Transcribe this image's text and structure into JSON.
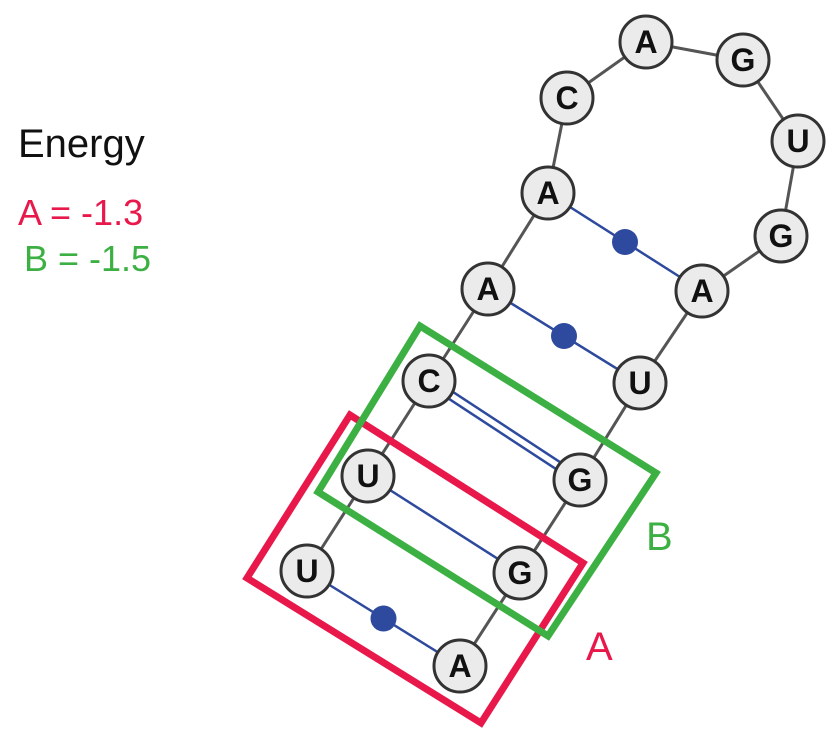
{
  "legend": {
    "title": "Energy",
    "entries": [
      {
        "id": "A",
        "text": "A = -1.3",
        "color": "#e8184a"
      },
      {
        "id": "B",
        "text": "B = -1.5",
        "color": "#3cb043"
      }
    ]
  },
  "colors": {
    "backbone": "#555555",
    "nucleotide_fill": "#ebebeb",
    "nucleotide_stroke": "#333333",
    "pair": "#2e4a9e",
    "box_a": "#e8184a",
    "box_b": "#3cb043"
  },
  "nucleotides": [
    "U",
    "U",
    "C",
    "A",
    "A",
    "C",
    "A",
    "G",
    "U",
    "G",
    "A",
    "U",
    "G",
    "G",
    "A"
  ],
  "pairs": [
    {
      "i": 0,
      "j": 14,
      "type": "wobble-dot"
    },
    {
      "i": 1,
      "j": 13,
      "type": "single"
    },
    {
      "i": 2,
      "j": 12,
      "type": "double"
    },
    {
      "i": 3,
      "j": 11,
      "type": "wobble-dot"
    },
    {
      "i": 4,
      "j": 10,
      "type": "wobble-dot"
    }
  ],
  "boxes": [
    {
      "label": "A",
      "color_key": "box_a"
    },
    {
      "label": "B",
      "color_key": "box_b"
    }
  ]
}
